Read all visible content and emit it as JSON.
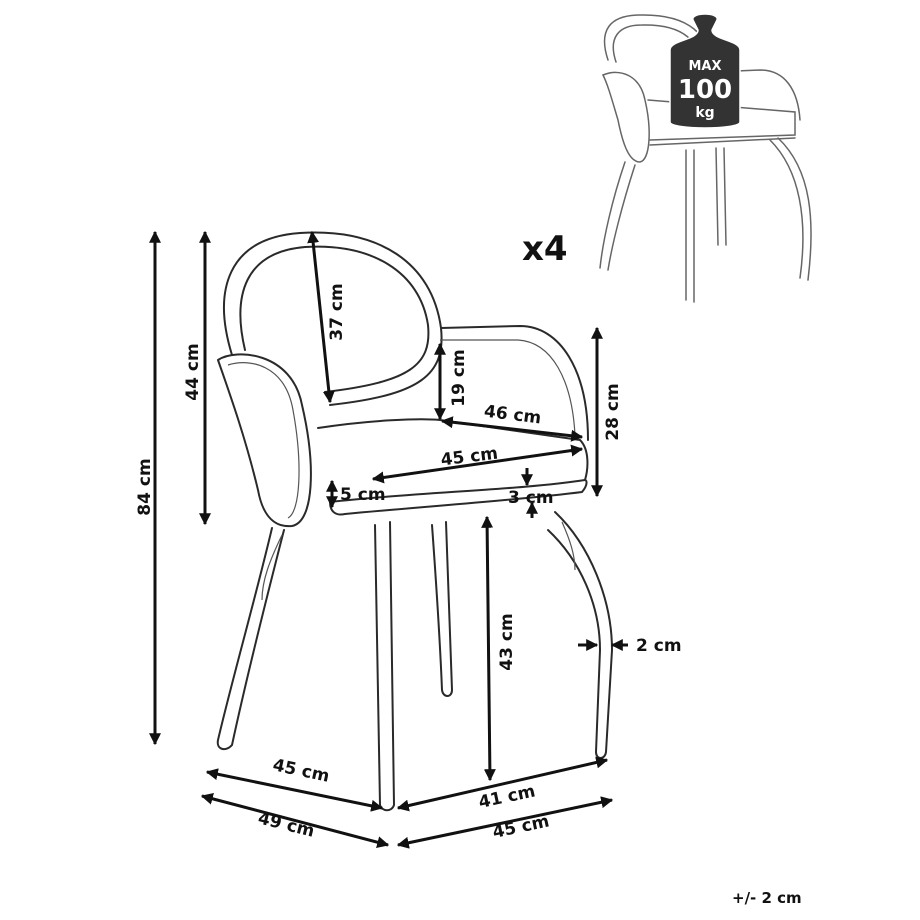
{
  "dimensions": {
    "total_height": "84 cm",
    "back_height": "44 cm",
    "backrest_height": "37 cm",
    "backrest_gap": "19 cm",
    "seat_depth_diag": "46 cm",
    "seat_width": "45 cm",
    "seat_cushion": "5 cm",
    "seat_frame": "3 cm",
    "arm_height": "28 cm",
    "seat_height": "43 cm",
    "leg_thickness": "2 cm",
    "depth_inner": "45 cm",
    "depth_outer": "49 cm",
    "width_inner": "41 cm",
    "width_outer": "45 cm"
  },
  "quantity": "x4",
  "max_load": {
    "line1": "MAX",
    "line2": "100",
    "line3": "kg"
  },
  "tolerance": "+/- 2 cm"
}
